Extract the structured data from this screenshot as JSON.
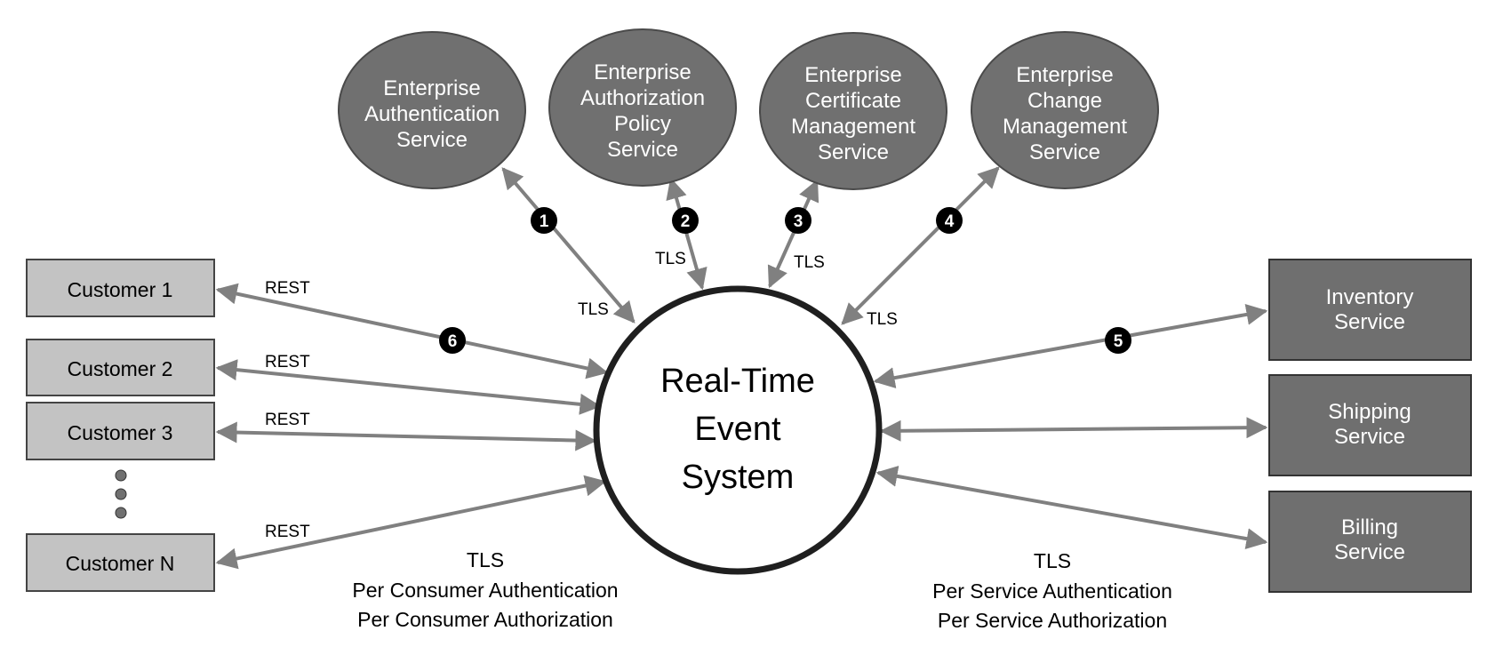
{
  "center": {
    "lines": [
      "Real-Time",
      "Event",
      "System"
    ]
  },
  "enterprise_services": [
    {
      "lines": [
        "Enterprise",
        "Authentication",
        "Service"
      ],
      "badge": "1",
      "label": "TLS"
    },
    {
      "lines": [
        "Enterprise",
        "Authorization",
        "Policy",
        "Service"
      ],
      "badge": "2",
      "label": "TLS"
    },
    {
      "lines": [
        "Enterprise",
        "Certificate",
        "Management",
        "Service"
      ],
      "badge": "3",
      "label": "TLS"
    },
    {
      "lines": [
        "Enterprise",
        "Change",
        "Management",
        "Service"
      ],
      "badge": "4",
      "label": "TLS"
    }
  ],
  "customers": [
    {
      "label": "Customer 1",
      "link_label": "REST",
      "badge": "6"
    },
    {
      "label": "Customer 2",
      "link_label": "REST"
    },
    {
      "label": "Customer 3",
      "link_label": "REST"
    },
    {
      "label": "Customer N",
      "link_label": "REST"
    }
  ],
  "backend_services": [
    {
      "lines": [
        "Inventory",
        "Service"
      ],
      "badge": "5"
    },
    {
      "lines": [
        "Shipping",
        "Service"
      ]
    },
    {
      "lines": [
        "Billing",
        "Service"
      ]
    }
  ],
  "consumer_note": [
    "TLS",
    "Per Consumer Authentication",
    "Per Consumer Authorization"
  ],
  "service_note": [
    "TLS",
    "Per Service Authentication",
    "Per Service Authorization"
  ],
  "colors": {
    "ellipse_fill": "#707070",
    "dark_box_fill": "#6f6f6f",
    "light_box_fill": "#c3c3c3",
    "arrow": "#808080",
    "badge": "#000000"
  }
}
